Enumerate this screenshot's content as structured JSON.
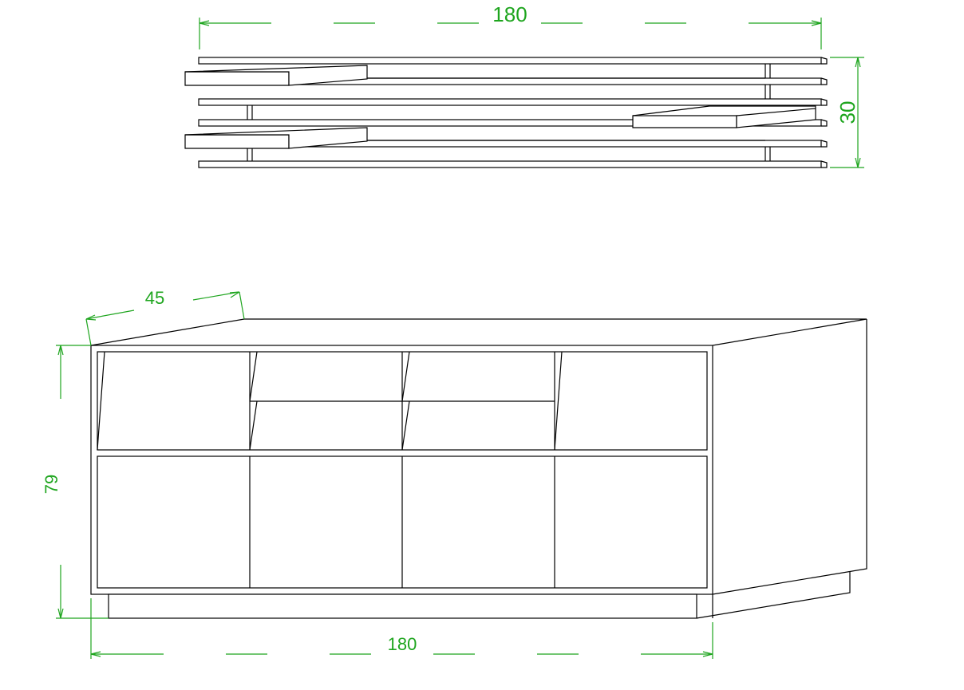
{
  "colors": {
    "dimension": "#1ea51e",
    "line": "#000000",
    "background": "#ffffff"
  },
  "dimensions": {
    "plan_width": "180",
    "plan_depth": "30",
    "elevation_depth": "45",
    "elevation_height": "79",
    "elevation_width": "180"
  }
}
